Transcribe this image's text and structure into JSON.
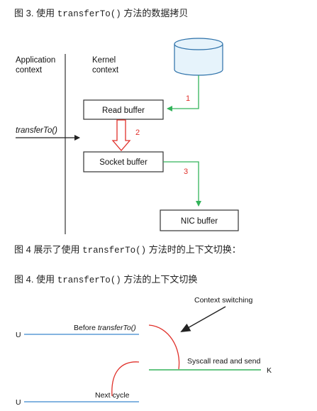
{
  "captions": {
    "fig3_prefix": "图 3. 使用 ",
    "fig3_code": "transferTo()",
    "fig3_suffix": " 方法的数据拷贝",
    "para_prefix": "图 4 展示了使用 ",
    "para_code": "transferTo()",
    "para_suffix": " 方法时的上下文切换：",
    "fig4_prefix": "图 4. 使用 ",
    "fig4_code": "transferTo()",
    "fig4_suffix": " 方法的上下文切换"
  },
  "diagram1": {
    "app_context_line1": "Application",
    "app_context_line2": "context",
    "kernel_context_line1": "Kernel",
    "kernel_context_line2": "context",
    "transfer_label": "transferTo()",
    "read_buffer": "Read buffer",
    "socket_buffer": "Socket buffer",
    "nic_buffer": "NIC buffer",
    "step1": "1",
    "step2": "2",
    "step3": "3"
  },
  "diagram2": {
    "context_switching": "Context switching",
    "before_prefix": "Before ",
    "before_italic": "transferTo()",
    "syscall": "Syscall read and send",
    "next_cycle": "Next cycle",
    "u_top": "U",
    "k_label": "K",
    "u_bottom": "U"
  },
  "colors": {
    "green": "#33b35a",
    "red": "#e0302a",
    "blue": "#5b9bd5",
    "disk_fill": "#e6f3fb",
    "disk_stroke": "#2a6fa8"
  }
}
